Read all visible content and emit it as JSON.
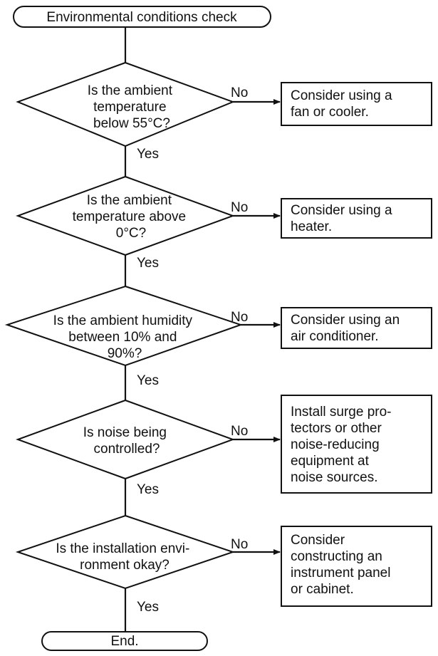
{
  "start": {
    "label": "Environmental conditions check"
  },
  "end": {
    "label": "End."
  },
  "yes_label": "Yes",
  "no_label": "No",
  "checks": [
    {
      "question": [
        "Is the ambient",
        "temperature",
        "below 55°C?"
      ],
      "action": [
        "Consider using a",
        "fan or cooler."
      ]
    },
    {
      "question": [
        "Is the ambient",
        "temperature above",
        "0°C?"
      ],
      "action": [
        "Consider using a",
        "heater."
      ]
    },
    {
      "question": [
        "Is the ambient humidity",
        "between 10% and",
        "90%?"
      ],
      "action": [
        "Consider using an",
        "air conditioner."
      ]
    },
    {
      "question": [
        "Is noise being",
        "controlled?"
      ],
      "action": [
        "Install surge pro-",
        "tectors or other",
        "noise-reducing",
        "equipment at",
        "noise sources."
      ]
    },
    {
      "question": [
        "Is the installation envi-",
        "ronment okay?"
      ],
      "action": [
        "Consider",
        "constructing an",
        "instrument panel",
        "or cabinet."
      ]
    }
  ]
}
